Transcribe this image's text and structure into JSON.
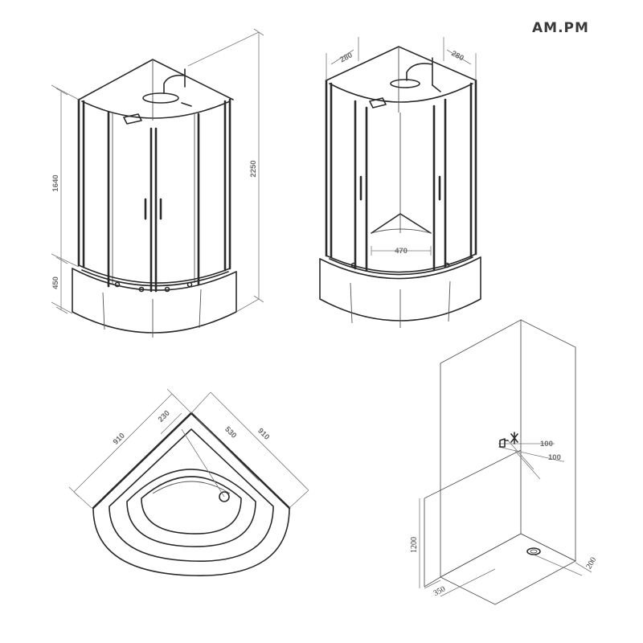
{
  "brand": {
    "logo_text": "AM.PM"
  },
  "front_view": {
    "dims": {
      "total_height": "2250",
      "panel_height": "1640",
      "tray_height": "450"
    }
  },
  "back_view": {
    "dims": {
      "left_offset": "280",
      "right_offset": "280",
      "door_width": "470"
    }
  },
  "top_view": {
    "dims": {
      "side_left": "910",
      "drain_offset": "230",
      "drain_diagonal": "530",
      "side_right": "910"
    }
  },
  "install_view": {
    "dims": {
      "tap_offset_1": "100",
      "tap_offset_2": "100",
      "height": "1200",
      "drain_x": "350",
      "drain_y": "200"
    },
    "icons": [
      "faucet-icon",
      "cold-water-icon"
    ]
  }
}
